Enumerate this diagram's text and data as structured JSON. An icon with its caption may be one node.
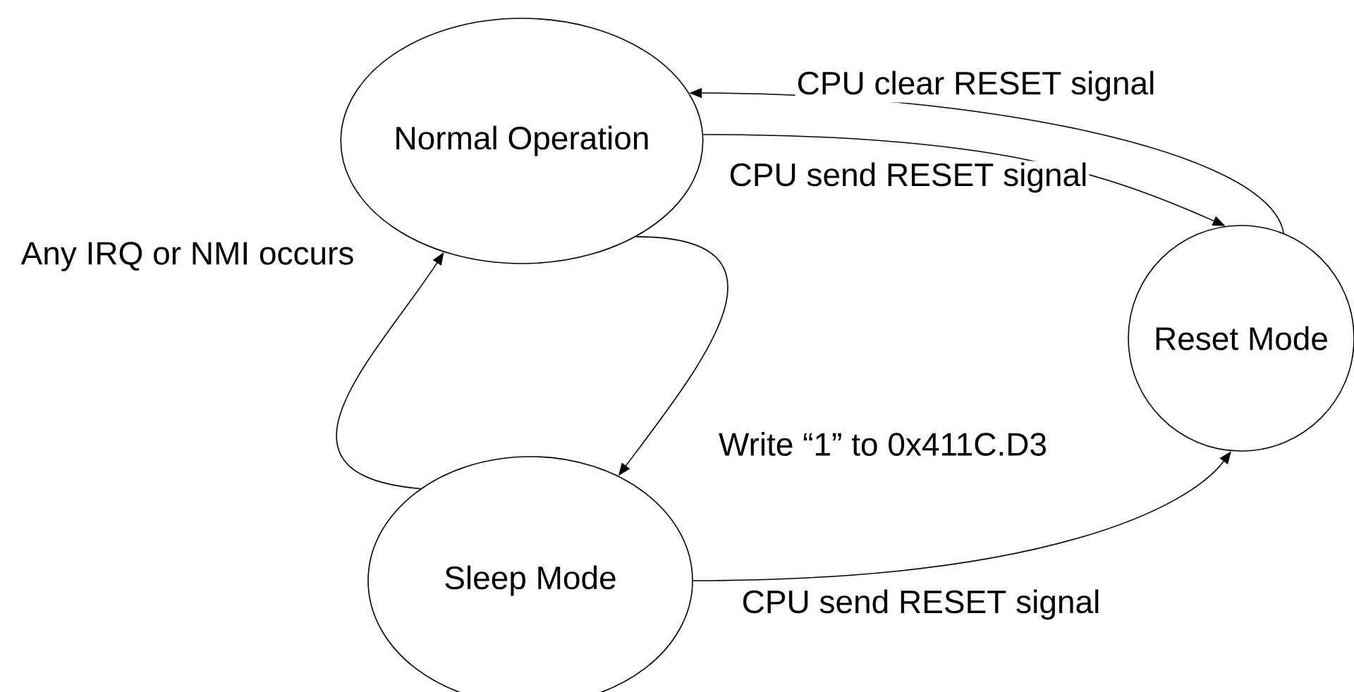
{
  "diagram": {
    "nodes": [
      {
        "text": [
          "Normal Operation"
        ]
      },
      {
        "text": [
          "Reset Mode"
        ]
      },
      {
        "text": [
          "Sleep Mode"
        ]
      }
    ],
    "edges": [
      {
        "from": 0,
        "to": 1,
        "arrow": "to",
        "label": "CPU send RESET signal"
      },
      {
        "from": 1,
        "to": 0,
        "arrow": "to",
        "label": "CPU clear RESET signal"
      },
      {
        "from": 0,
        "to": 2,
        "arrow": "to",
        "label": "Write “1” to 0x411C.D3"
      },
      {
        "from": 2,
        "to": 0,
        "arrow": "to",
        "label": "Any IRQ or NMI occurs"
      },
      {
        "from": 2,
        "to": 1,
        "arrow": "to",
        "label": "CPU send RESET signal"
      }
    ]
  }
}
